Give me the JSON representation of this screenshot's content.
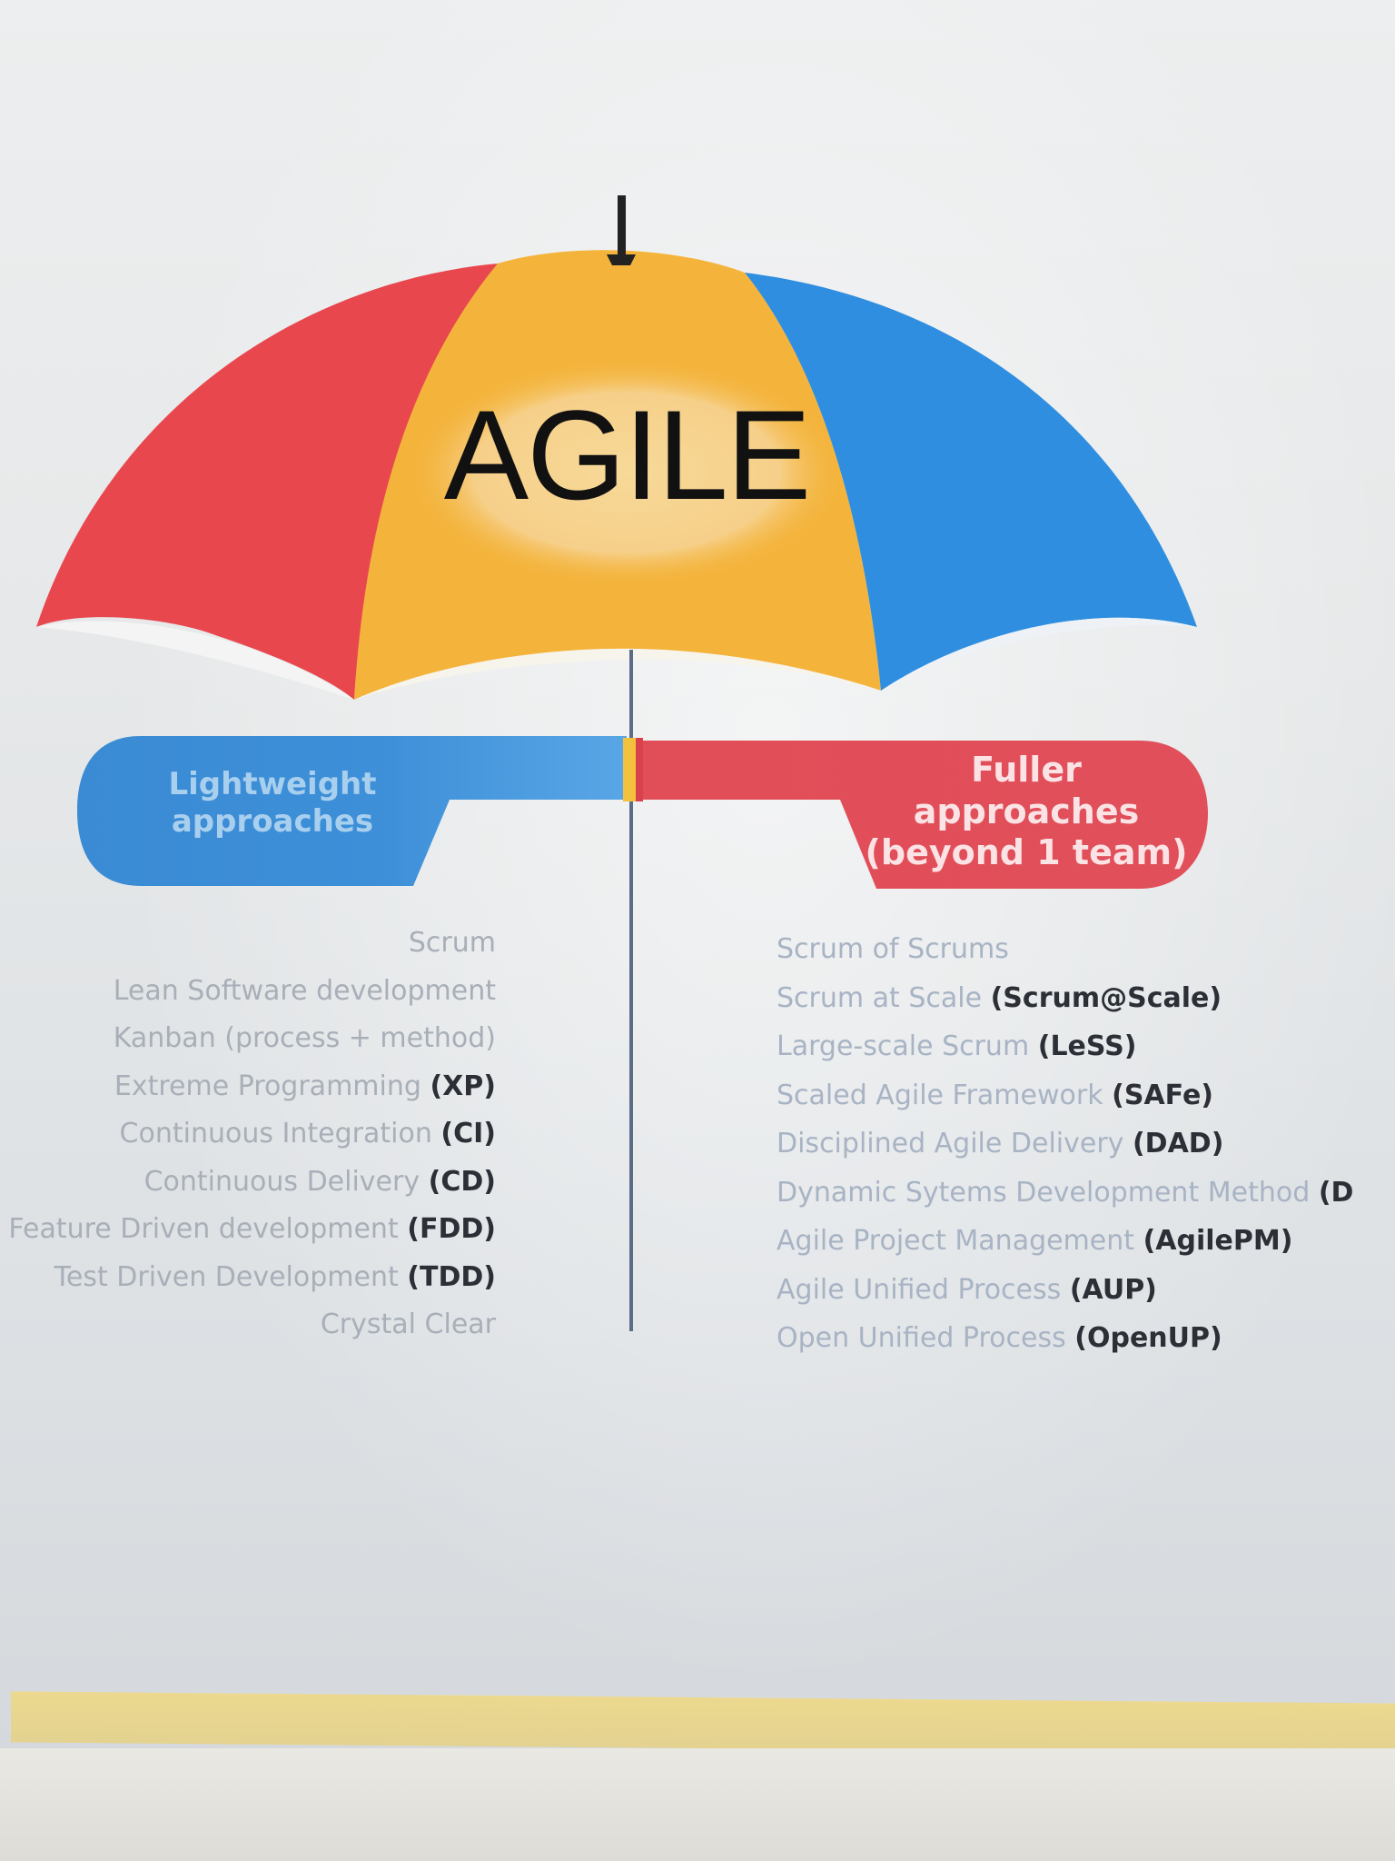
{
  "title": "AGILE",
  "colors": {
    "red": "#e8474e",
    "yellow": "#f4b43c",
    "blue": "#2f8ee0",
    "pill_blue": "#3d8fd8",
    "pill_red": "#e04f5a",
    "pole": "#5b6d86",
    "bottom_strip": "#ecd98f"
  },
  "left_panel": {
    "label": "Lightweight approaches",
    "items": [
      {
        "name": "Scrum",
        "abbr": ""
      },
      {
        "name": "Lean Software development",
        "abbr": ""
      },
      {
        "name": "Kanban (process + method)",
        "abbr": ""
      },
      {
        "name": "Extreme Programming",
        "abbr": "(XP)"
      },
      {
        "name": "Continuous Integration",
        "abbr": "(CI)"
      },
      {
        "name": "Continuous Delivery",
        "abbr": "(CD)"
      },
      {
        "name": "Feature Driven development",
        "abbr": "(FDD)"
      },
      {
        "name": "Test Driven Development",
        "abbr": "(TDD)"
      },
      {
        "name": "Crystal Clear",
        "abbr": ""
      }
    ]
  },
  "right_panel": {
    "label": "Fuller approaches (beyond 1 team)",
    "items": [
      {
        "name": "Scrum of Scrums",
        "abbr": ""
      },
      {
        "name": "Scrum at Scale",
        "abbr": "(Scrum@Scale)"
      },
      {
        "name": "Large-scale Scrum",
        "abbr": "(LeSS)"
      },
      {
        "name": "Scaled Agile Framework",
        "abbr": "(SAFe)"
      },
      {
        "name": "Disciplined Agile Delivery",
        "abbr": "(DAD)"
      },
      {
        "name": "Dynamic Sytems Development Method",
        "abbr": "(D"
      },
      {
        "name": "Agile Project Management",
        "abbr": "(AgilePM)"
      },
      {
        "name": "Agile Unified Process",
        "abbr": "(AUP)"
      },
      {
        "name": "Open Unified Process",
        "abbr": "(OpenUP)"
      }
    ]
  }
}
